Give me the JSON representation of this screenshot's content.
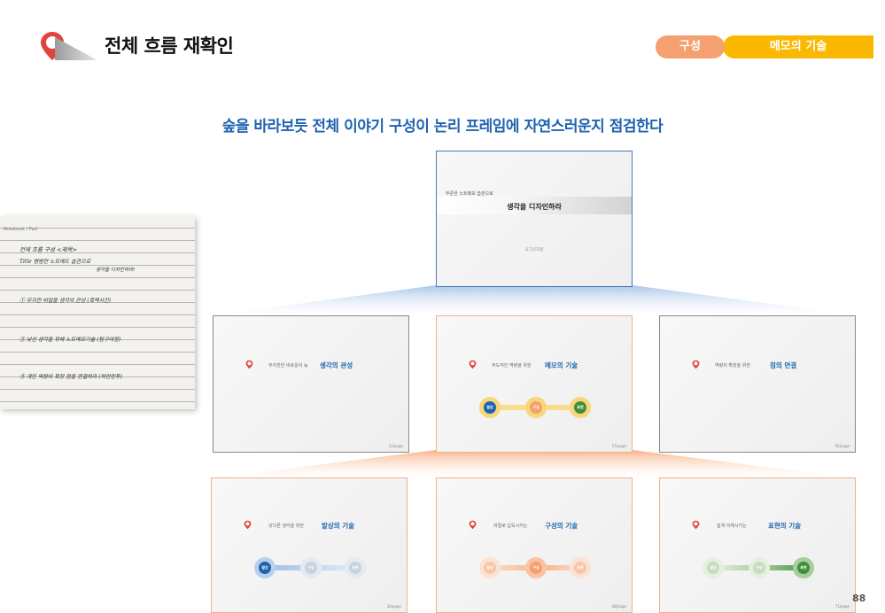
{
  "header": {
    "title": "전체 흐름 재확인",
    "tab_structure": "구성",
    "tab_memo": "메모의 기술"
  },
  "subtitle": "숲을 바라보듯 전체 이야기 구성이 논리 프레임에 자연스러운지 점검한다",
  "notebook": {
    "line1": "전체 흐름 구성 <제목>",
    "line2": "Title 평범한 노트에도 습관으로",
    "line3": "생각을 디자인하라!",
    "line4": "① 무지한 비밀을 생각의 관성 (흑백사진)",
    "line5": "② 낯선 생각을 위해 노트메모기술 (탐구여정)",
    "line6": "③ 개인 역량의 확장 점을 연결하라 (하얀전투)"
  },
  "cover": {
    "pre": "무준한 노트메모 습관으로",
    "title": "생각을 디자인하라",
    "sub": "나그인하정"
  },
  "slides": {
    "s1": {
      "pre": "무지한한 비로운의 능",
      "main": "생각의 관성",
      "num": "12/page"
    },
    "s2": {
      "pre": "주도적인 역량을 위한",
      "main": "메모의 기술",
      "num": "27/page",
      "n1": "발상",
      "n2": "구성",
      "n3": "표현"
    },
    "s3": {
      "pre": "역량의 확장을 위한",
      "main": "점의 연결",
      "num": "92/page"
    },
    "s4": {
      "pre": "낯다른 생각을 위한",
      "main": "발상의 기술",
      "num": "30/page",
      "n1": "발상",
      "n2": "구성",
      "n3": "표현"
    },
    "s5": {
      "pre": "저절로 납득시키는",
      "main": "구성의 기술",
      "num": "48/page",
      "n1": "발상",
      "n2": "구성",
      "n3": "표현"
    },
    "s6": {
      "pre": "쉽게 이해시키는",
      "main": "표현의 기술",
      "num": "71/page",
      "n1": "발상",
      "n2": "구성",
      "n3": "표현"
    }
  },
  "page_number": "88",
  "colors": {
    "orange": "#f4a06f",
    "yellow": "#fbb800",
    "blue": "#1f63b0",
    "green": "#3f8f3a",
    "pin_red": "#e0443c"
  }
}
